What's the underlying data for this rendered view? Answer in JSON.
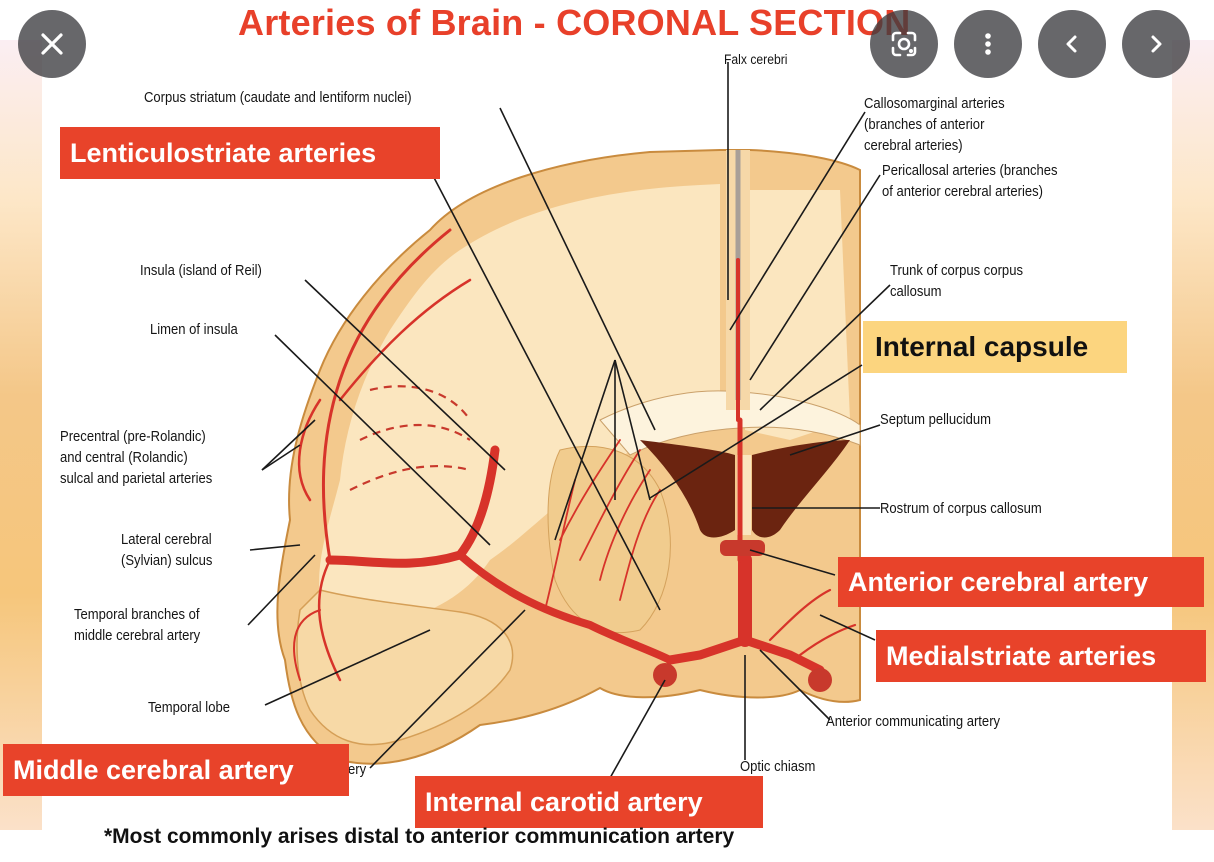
{
  "title": "Arteries of Brain - CORONAL SECTION",
  "labels": {
    "falx_cerebri": "Falx cerebri",
    "corpus_striatum": "Corpus striatum (caudate and lentiform nuclei)",
    "callosomarginal_1": "Callosomarginal arteries",
    "callosomarginal_2": "(branches of anterior",
    "callosomarginal_3": "cerebral arteries)",
    "pericallosal_1": "Pericallosal arteries (branches",
    "pericallosal_2": "of anterior cerebral arteries)",
    "insula": "Insula (island of Reil)",
    "trunk_1": "Trunk of corpus corpus",
    "trunk_2": "callosum",
    "limen": "Limen of insula",
    "septum": "Septum pellucidum",
    "precentral_1": "Precentral (pre-Rolandic)",
    "precentral_2": "and central (Rolandic)",
    "precentral_3": "sulcal and parietal arteries",
    "rostrum": "Rostrum of corpus callosum",
    "lateral_1": "Lateral cerebral",
    "lateral_2": "(Sylvian) sulcus",
    "temporal_branches_1": "Temporal branches of",
    "temporal_branches_2": "middle cerebral artery",
    "temporal_lobe": "Temporal lobe",
    "anterior_communicating": "Anterior communicating artery",
    "optic_chiasm": "Optic chiasm",
    "hidden_fragment": "ery"
  },
  "highlights": {
    "lenticulostriate": "Lenticulostriate arteries",
    "internal_capsule": "Internal capsule",
    "anterior_cerebral": "Anterior cerebral artery",
    "medialstriate": "Medialstriate arteries",
    "middle_cerebral": "Middle cerebral artery",
    "internal_carotid": "Internal carotid artery"
  },
  "footnote": "*Most commonly arises distal to anterior communication artery",
  "controls": {
    "close": "close-icon",
    "lens": "google-lens-icon",
    "more": "more-vert-icon",
    "prev": "chevron-left-icon",
    "next": "chevron-right-icon"
  },
  "colors": {
    "accent_red": "#e8432a",
    "highlight_yellow": "#fcd57f",
    "artery": "#d7332a",
    "control_bg": "#3c3c40"
  }
}
